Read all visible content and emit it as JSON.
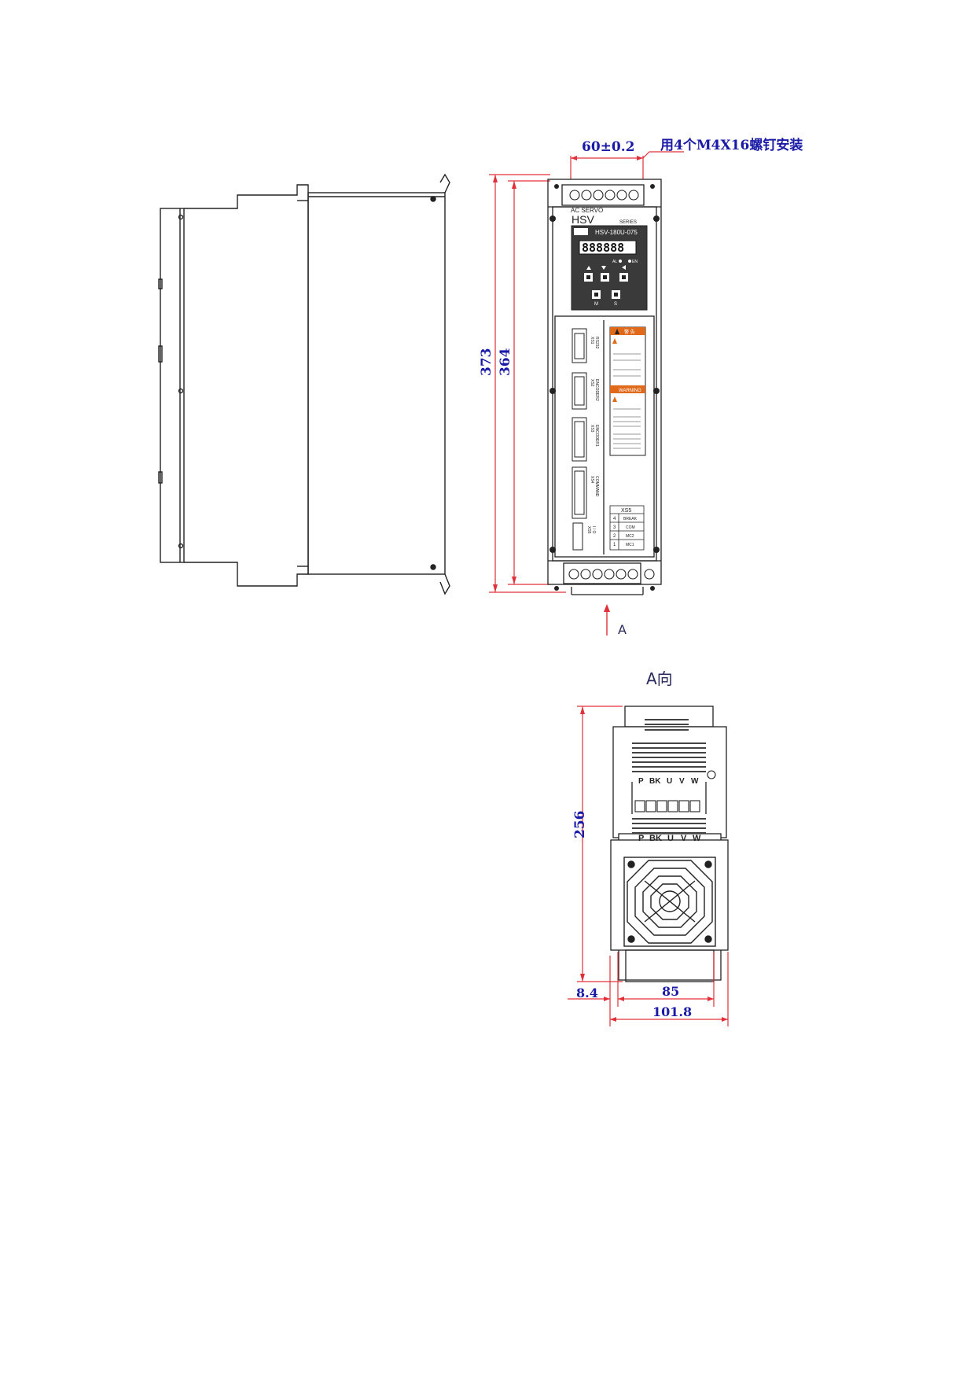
{
  "dimensions": {
    "top_width": "60±0.2",
    "mount_note": "用4个M4X16螺钉安装",
    "height_outer": "373",
    "height_inner": "364",
    "depth": "256",
    "offset": "8.4",
    "inner_width": "85",
    "outer_width": "101.8"
  },
  "view_labels": {
    "arrow_label": "A",
    "view_title": "A向"
  },
  "front_panel": {
    "brand_line": "AC SERVO",
    "series_name": "HSV",
    "series_label": "SERIES",
    "model": "HSV-180U-075",
    "display": "888888",
    "led_al": "AL",
    "led_en": "EN",
    "key_m": "M",
    "key_s": "S",
    "port_xs1": "XS1",
    "port_xs1_name": "RS232",
    "port_xs2": "XS2",
    "port_xs2_name": "ENCODER2",
    "port_xs3": "XS3",
    "port_xs3_name": "ENCODER1",
    "port_xs4": "XS4",
    "port_xs4_name": "COMMAND",
    "port_xs5": "XS5",
    "port_io": "I / O",
    "warning_cn": "警 告",
    "warning_en": "WARNING",
    "xs5_title": "XS5",
    "xs5_rows": [
      {
        "pin": "4",
        "name": "BREAK"
      },
      {
        "pin": "3",
        "name": "COM"
      },
      {
        "pin": "2",
        "name": "MC2"
      },
      {
        "pin": "1",
        "name": "MC1"
      }
    ]
  },
  "bottom_terminals": [
    "P",
    "BK",
    "U",
    "V",
    "W"
  ],
  "colors": {
    "dimension_line": "#e0303a",
    "dimension_text": "#1a1aa6",
    "drawing_line": "#222222",
    "panel_dark": "#3a3a3a",
    "warning_orange": "#e06a1a"
  }
}
